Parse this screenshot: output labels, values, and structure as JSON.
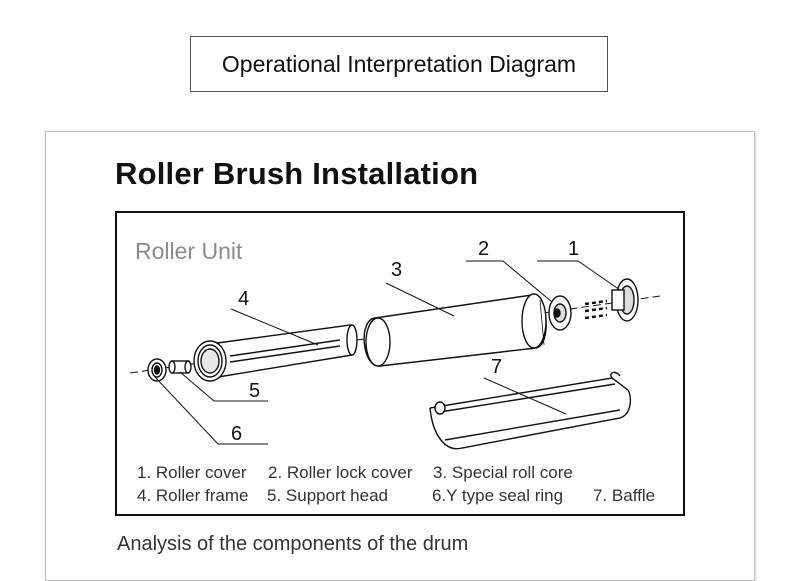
{
  "header": {
    "title": "Operational Interpretation Diagram"
  },
  "card": {
    "heading": "Roller Brush Installation",
    "unit_label": "Roller Unit",
    "callouts": [
      "1",
      "2",
      "3",
      "4",
      "5",
      "6",
      "7"
    ],
    "legend": [
      "1. Roller cover",
      "2. Roller lock cover",
      "3. Special roll core",
      "4. Roller frame",
      "5. Support head",
      "6.Y type seal ring",
      "7. Baffle"
    ],
    "caption": "Analysis of the components of the drum"
  }
}
